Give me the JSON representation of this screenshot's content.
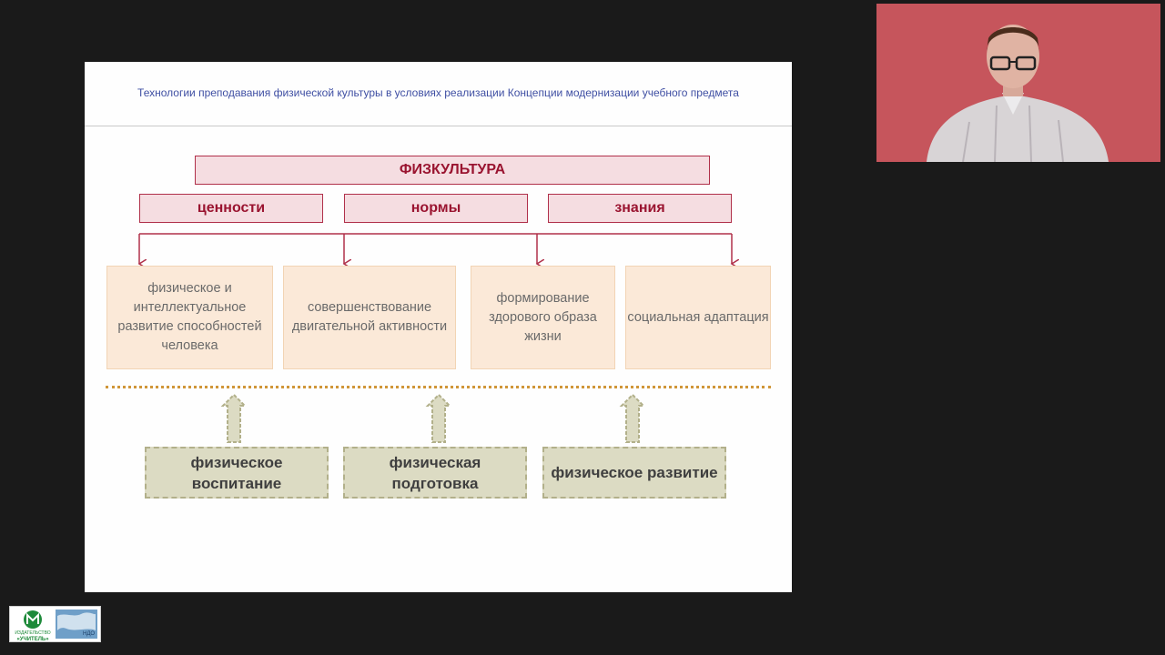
{
  "slide": {
    "title": "Технологии преподавания физической культуры в условиях реализации Концепции модернизации учебного предмета"
  },
  "diagram": {
    "main": "ФИЗКУЛЬТУРА",
    "subs": [
      "ценности",
      "нормы",
      "знания"
    ],
    "outcomes": [
      "физическое и интеллектуальное развитие способностей человека",
      "совершенствование двигательной активности",
      "формирование здорового образа жизни",
      "социальная адаптация"
    ],
    "sources": [
      "физическое воспитание",
      "физическая подготовка",
      "физическое развитие"
    ]
  },
  "logo": {
    "publisher_line1": "ИЗДАТЕЛЬСТВО",
    "publisher_line2": "«УЧИТЕЛЬ»",
    "abbr": "НДО"
  },
  "colors": {
    "background": "#1a1a1a",
    "header_fill": "#f5dde1",
    "header_border": "#b0304a",
    "header_text": "#9a1430",
    "outcome_fill": "#fbe9d8",
    "source_fill": "#dcdbc3",
    "dotted_line": "#d09638",
    "title_text": "#3f4fa3"
  }
}
